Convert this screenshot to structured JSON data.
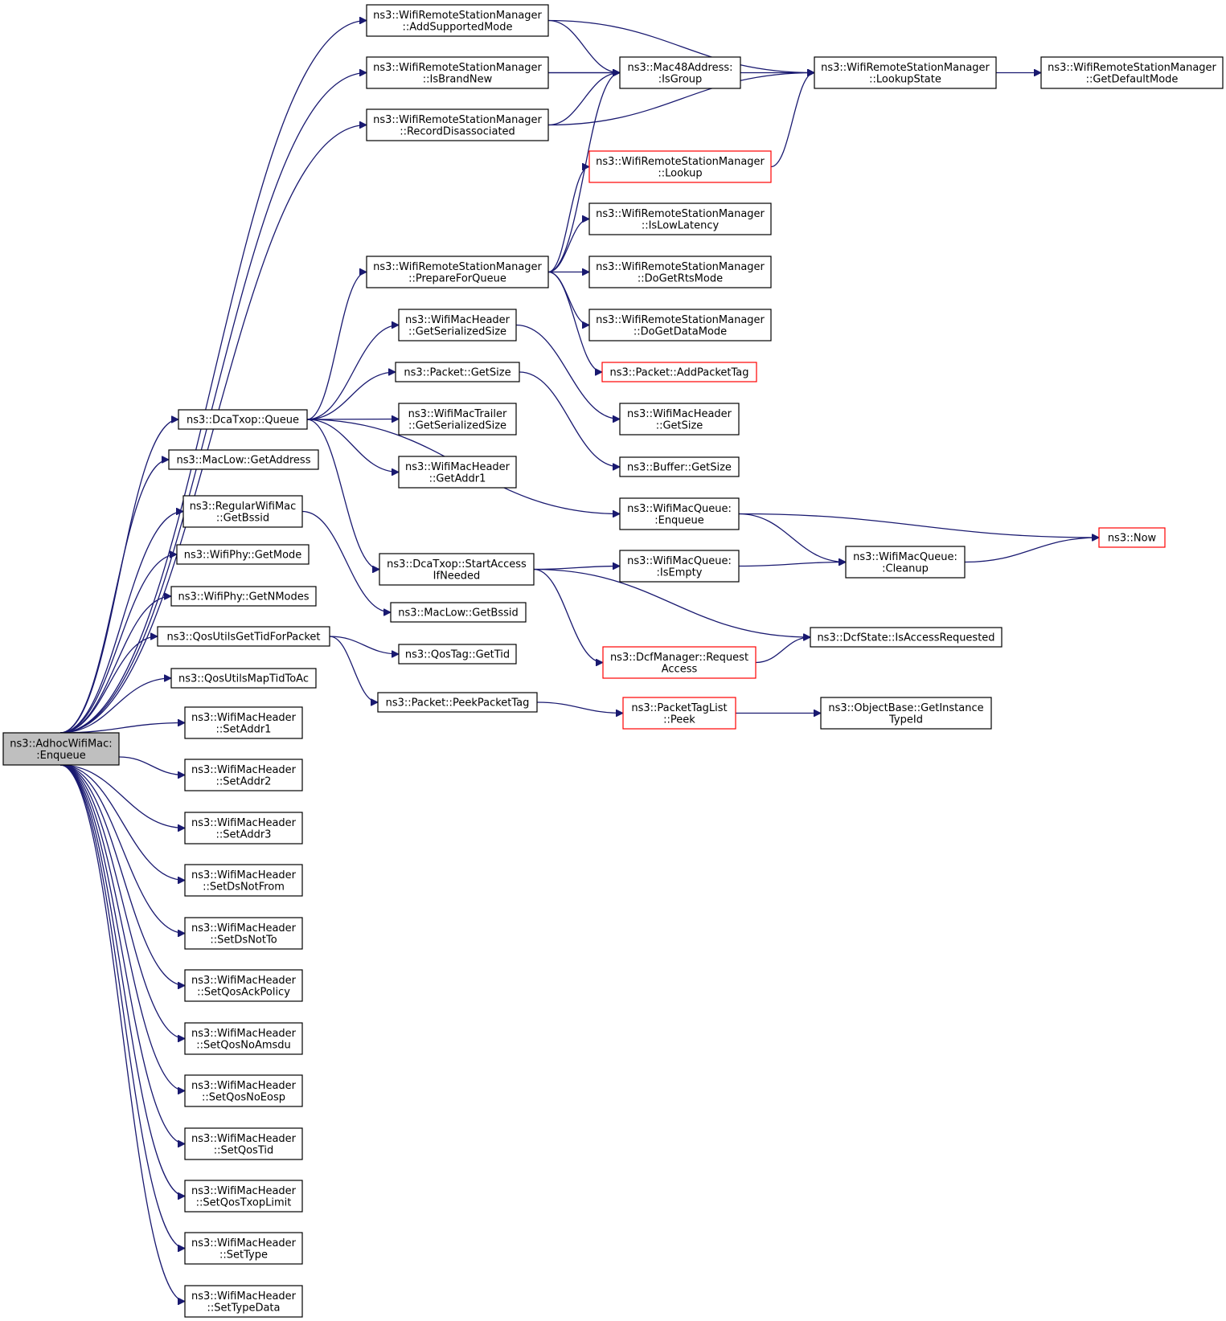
{
  "colors": {
    "edge": "#191970",
    "root_fill": "#bfbfbf",
    "incomplete_border": "#ff0000",
    "border": "#000000"
  },
  "nodes": [
    {
      "id": "root",
      "lines": [
        "ns3::AdhocWifiMac:",
        ":Enqueue"
      ],
      "style": "root"
    },
    {
      "id": "addsup",
      "lines": [
        "ns3::WifiRemoteStationManager",
        "::AddSupportedMode"
      ]
    },
    {
      "id": "isbrandnew",
      "lines": [
        "ns3::WifiRemoteStationManager",
        "::IsBrandNew"
      ]
    },
    {
      "id": "recorddis",
      "lines": [
        "ns3::WifiRemoteStationManager",
        "::RecordDisassociated"
      ]
    },
    {
      "id": "mac48",
      "lines": [
        "ns3::Mac48Address:",
        ":IsGroup"
      ]
    },
    {
      "id": "lookupstate",
      "lines": [
        "ns3::WifiRemoteStationManager",
        "::LookupState"
      ]
    },
    {
      "id": "getdefmode",
      "lines": [
        "ns3::WifiRemoteStationManager",
        "::GetDefaultMode"
      ]
    },
    {
      "id": "lookup",
      "lines": [
        "ns3::WifiRemoteStationManager",
        "::Lookup"
      ],
      "style": "red"
    },
    {
      "id": "islowlat",
      "lines": [
        "ns3::WifiRemoteStationManager",
        "::IsLowLatency"
      ]
    },
    {
      "id": "prepareq",
      "lines": [
        "ns3::WifiRemoteStationManager",
        "::PrepareForQueue"
      ]
    },
    {
      "id": "dogetrts",
      "lines": [
        "ns3::WifiRemoteStationManager",
        "::DoGetRtsMode"
      ]
    },
    {
      "id": "dogetdata",
      "lines": [
        "ns3::WifiRemoteStationManager",
        "::DoGetDataMode"
      ]
    },
    {
      "id": "hdrser",
      "lines": [
        "ns3::WifiMacHeader",
        "::GetSerializedSize"
      ]
    },
    {
      "id": "addpkttag",
      "lines": [
        "ns3::Packet::AddPacketTag"
      ],
      "style": "red"
    },
    {
      "id": "pktsize",
      "lines": [
        "ns3::Packet::GetSize"
      ]
    },
    {
      "id": "hdrsize",
      "lines": [
        "ns3::WifiMacHeader",
        "::GetSize"
      ]
    },
    {
      "id": "dcaq",
      "lines": [
        "ns3::DcaTxop::Queue"
      ]
    },
    {
      "id": "trailer",
      "lines": [
        "ns3::WifiMacTrailer",
        "::GetSerializedSize"
      ]
    },
    {
      "id": "getaddr1",
      "lines": [
        "ns3::WifiMacHeader",
        "::GetAddr1"
      ]
    },
    {
      "id": "bufsize",
      "lines": [
        "ns3::Buffer::GetSize"
      ]
    },
    {
      "id": "maclowaddr",
      "lines": [
        "ns3::MacLow::GetAddress"
      ]
    },
    {
      "id": "regbssid",
      "lines": [
        "ns3::RegularWifiMac",
        "::GetBssid"
      ]
    },
    {
      "id": "qenq",
      "lines": [
        "ns3::WifiMacQueue:",
        ":Enqueue"
      ]
    },
    {
      "id": "now",
      "lines": [
        "ns3::Now"
      ],
      "style": "red"
    },
    {
      "id": "getmode",
      "lines": [
        "ns3::WifiPhy::GetMode"
      ]
    },
    {
      "id": "startacc",
      "lines": [
        "ns3::DcaTxop::StartAccess",
        "IfNeeded"
      ]
    },
    {
      "id": "isempty",
      "lines": [
        "ns3::WifiMacQueue:",
        ":IsEmpty"
      ]
    },
    {
      "id": "cleanup",
      "lines": [
        "ns3::WifiMacQueue:",
        ":Cleanup"
      ]
    },
    {
      "id": "getnmodes",
      "lines": [
        "ns3::WifiPhy::GetNModes"
      ]
    },
    {
      "id": "maclowbssid",
      "lines": [
        "ns3::MacLow::GetBssid"
      ]
    },
    {
      "id": "qosgettid",
      "lines": [
        "ns3::QosUtilsGetTidForPacket"
      ]
    },
    {
      "id": "qostag",
      "lines": [
        "ns3::QosTag::GetTid"
      ]
    },
    {
      "id": "reqacc",
      "lines": [
        "ns3::DcfManager::Request",
        "Access"
      ],
      "style": "red"
    },
    {
      "id": "accreq",
      "lines": [
        "ns3::DcfState::IsAccessRequested"
      ]
    },
    {
      "id": "qosmap",
      "lines": [
        "ns3::QosUtilsMapTidToAc"
      ]
    },
    {
      "id": "peektag",
      "lines": [
        "ns3::Packet::PeekPacketTag"
      ]
    },
    {
      "id": "taglist",
      "lines": [
        "ns3::PacketTagList",
        "::Peek"
      ],
      "style": "red"
    },
    {
      "id": "objbase",
      "lines": [
        "ns3::ObjectBase::GetInstance",
        "TypeId"
      ]
    },
    {
      "id": "setaddr1",
      "lines": [
        "ns3::WifiMacHeader",
        "::SetAddr1"
      ]
    },
    {
      "id": "setaddr2",
      "lines": [
        "ns3::WifiMacHeader",
        "::SetAddr2"
      ]
    },
    {
      "id": "setaddr3",
      "lines": [
        "ns3::WifiMacHeader",
        "::SetAddr3"
      ]
    },
    {
      "id": "setdsfrom",
      "lines": [
        "ns3::WifiMacHeader",
        "::SetDsNotFrom"
      ]
    },
    {
      "id": "setdsto",
      "lines": [
        "ns3::WifiMacHeader",
        "::SetDsNotTo"
      ]
    },
    {
      "id": "setqosack",
      "lines": [
        "ns3::WifiMacHeader",
        "::SetQosAckPolicy"
      ]
    },
    {
      "id": "setqosamsdu",
      "lines": [
        "ns3::WifiMacHeader",
        "::SetQosNoAmsdu"
      ]
    },
    {
      "id": "setqoseosp",
      "lines": [
        "ns3::WifiMacHeader",
        "::SetQosNoEosp"
      ]
    },
    {
      "id": "setqostid",
      "lines": [
        "ns3::WifiMacHeader",
        "::SetQosTid"
      ]
    },
    {
      "id": "setqostxop",
      "lines": [
        "ns3::WifiMacHeader",
        "::SetQosTxopLimit"
      ]
    },
    {
      "id": "settype",
      "lines": [
        "ns3::WifiMacHeader",
        "::SetType"
      ]
    },
    {
      "id": "settypedata",
      "lines": [
        "ns3::WifiMacHeader",
        "::SetTypeData"
      ]
    }
  ],
  "edges": [
    [
      "root",
      "addsup"
    ],
    [
      "root",
      "isbrandnew"
    ],
    [
      "root",
      "recorddis"
    ],
    [
      "root",
      "dcaq"
    ],
    [
      "root",
      "maclowaddr"
    ],
    [
      "root",
      "regbssid"
    ],
    [
      "root",
      "getmode"
    ],
    [
      "root",
      "getnmodes"
    ],
    [
      "root",
      "qosgettid"
    ],
    [
      "root",
      "qosmap"
    ],
    [
      "root",
      "setaddr1"
    ],
    [
      "root",
      "setaddr2"
    ],
    [
      "root",
      "setaddr3"
    ],
    [
      "root",
      "setdsfrom"
    ],
    [
      "root",
      "setdsto"
    ],
    [
      "root",
      "setqosack"
    ],
    [
      "root",
      "setqosamsdu"
    ],
    [
      "root",
      "setqoseosp"
    ],
    [
      "root",
      "setqostid"
    ],
    [
      "root",
      "setqostxop"
    ],
    [
      "root",
      "settype"
    ],
    [
      "root",
      "settypedata"
    ],
    [
      "addsup",
      "mac48"
    ],
    [
      "addsup",
      "lookupstate"
    ],
    [
      "isbrandnew",
      "mac48"
    ],
    [
      "isbrandnew",
      "lookupstate"
    ],
    [
      "recorddis",
      "mac48"
    ],
    [
      "recorddis",
      "lookupstate"
    ],
    [
      "lookupstate",
      "getdefmode"
    ],
    [
      "lookup",
      "lookupstate"
    ],
    [
      "prepareq",
      "mac48"
    ],
    [
      "prepareq",
      "lookup"
    ],
    [
      "prepareq",
      "islowlat"
    ],
    [
      "prepareq",
      "dogetrts"
    ],
    [
      "prepareq",
      "dogetdata"
    ],
    [
      "prepareq",
      "addpkttag"
    ],
    [
      "dcaq",
      "prepareq"
    ],
    [
      "dcaq",
      "hdrser"
    ],
    [
      "dcaq",
      "pktsize"
    ],
    [
      "dcaq",
      "trailer"
    ],
    [
      "dcaq",
      "getaddr1"
    ],
    [
      "dcaq",
      "qenq"
    ],
    [
      "dcaq",
      "startacc"
    ],
    [
      "hdrser",
      "hdrsize"
    ],
    [
      "pktsize",
      "bufsize"
    ],
    [
      "regbssid",
      "maclowbssid"
    ],
    [
      "qenq",
      "now"
    ],
    [
      "qenq",
      "cleanup"
    ],
    [
      "startacc",
      "isempty"
    ],
    [
      "startacc",
      "reqacc"
    ],
    [
      "startacc",
      "accreq"
    ],
    [
      "isempty",
      "cleanup"
    ],
    [
      "cleanup",
      "now"
    ],
    [
      "reqacc",
      "accreq"
    ],
    [
      "qosgettid",
      "qostag"
    ],
    [
      "qosgettid",
      "peektag"
    ],
    [
      "peektag",
      "taglist"
    ],
    [
      "taglist",
      "objbase"
    ]
  ]
}
